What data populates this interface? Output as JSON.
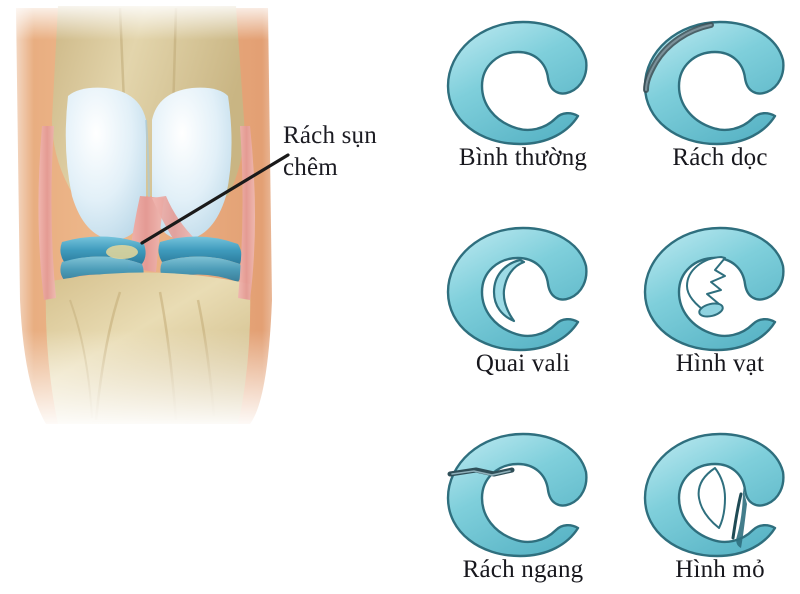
{
  "figure": {
    "callout": {
      "line1": "Rách sụn",
      "line2": "chêm",
      "leader_line": "pointer-line-to-meniscus"
    },
    "anatomy": {
      "name": "knee-joint-anterior-view",
      "parts": [
        "femur",
        "femoral-condyles-cartilage",
        "meniscus",
        "tibia",
        "ligaments",
        "soft-tissue"
      ],
      "colors": {
        "skin": "#e3a478",
        "bone": "#d9c79a",
        "cartilage": "#d8eaf4",
        "meniscus": "#4fa8c4",
        "ligament": "#e9a9a4"
      }
    }
  },
  "meniscus_types": [
    {
      "id": "binh-thuong",
      "label": "Bình thường",
      "tear": "none",
      "row": 1,
      "column": 1
    },
    {
      "id": "rach-doc",
      "label": "Rách dọc",
      "tear": "longitudinal-outer-edge",
      "row": 1,
      "column": 2
    },
    {
      "id": "quai-vali",
      "label": "Quai vali",
      "tear": "bucket-handle-inner-fragment",
      "row": 2,
      "column": 1
    },
    {
      "id": "hinh-vat",
      "label": "Hình vạt",
      "tear": "flap-inner-notch",
      "row": 2,
      "column": 2
    },
    {
      "id": "rach-ngang",
      "label": "Rách ngang",
      "tear": "transverse-radial-upper-left",
      "row": 3,
      "column": 1
    },
    {
      "id": "hinh-mo",
      "label": "Hình mỏ",
      "tear": "parrot-beak-lower-inner",
      "row": 3,
      "column": 2
    }
  ],
  "colors": {
    "background": "#ffffff",
    "meniscus_fill": "#7fcfdb",
    "meniscus_fill_light": "#a9e2ea",
    "meniscus_edge": "#2f6f7e",
    "text": "#17171d",
    "leader_line": "#1a1a1a"
  }
}
